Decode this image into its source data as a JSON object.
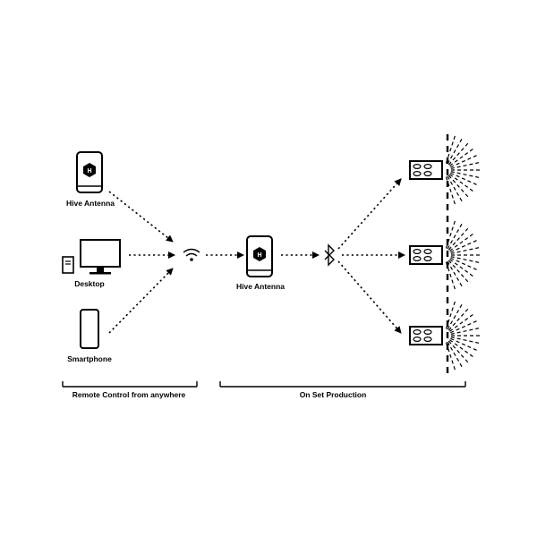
{
  "nodes": {
    "hive_antenna_remote": {
      "label": "Hive Antenna",
      "icon": "tablet-hive-icon"
    },
    "desktop": {
      "label": "Desktop",
      "icon": "desktop-computer-icon"
    },
    "smartphone": {
      "label": "Smartphone",
      "icon": "smartphone-icon"
    },
    "wifi": {
      "icon": "wifi-icon"
    },
    "hive_antenna_set": {
      "label": "Hive Antenna",
      "icon": "tablet-hive-icon"
    },
    "bluetooth": {
      "icon": "bluetooth-icon"
    },
    "lights": [
      {
        "icon": "light-panel-icon"
      },
      {
        "icon": "light-panel-icon"
      },
      {
        "icon": "light-panel-icon"
      }
    ]
  },
  "sections": {
    "remote": {
      "label": "Remote Control from anywhere"
    },
    "onset": {
      "label": "On Set Production"
    }
  },
  "colors": {
    "ink": "#000000",
    "background": "#ffffff"
  }
}
